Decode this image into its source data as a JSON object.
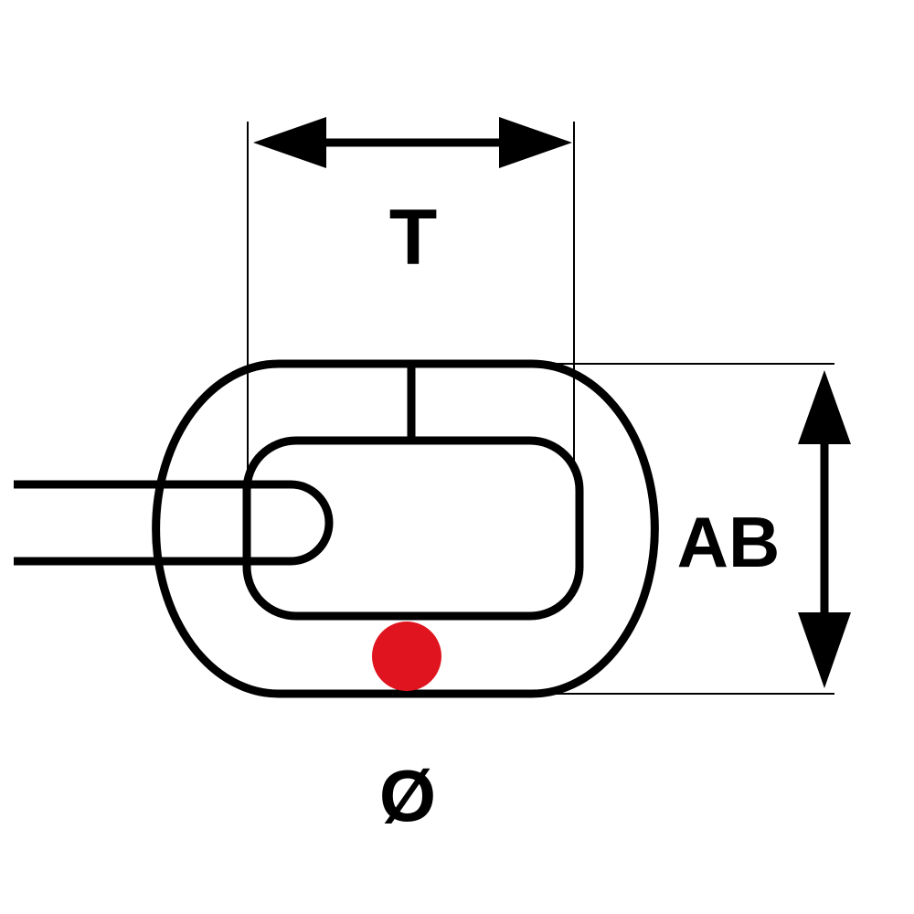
{
  "diagram": {
    "labels": {
      "pitch": "T",
      "width": "AB",
      "diameter": "Ø"
    },
    "colors": {
      "line": "#000000",
      "marker": "#e0141e",
      "background": "#ffffff"
    }
  }
}
